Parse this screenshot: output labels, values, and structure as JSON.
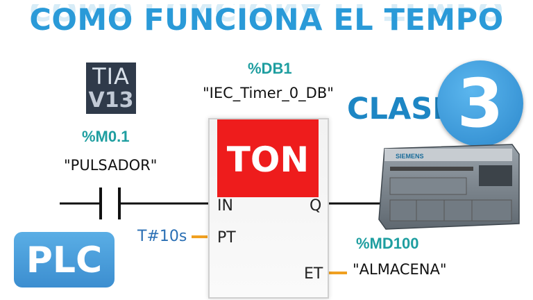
{
  "title": "COMO FUNCIONA EL TEMPO",
  "software_badge": {
    "line1": "TIA",
    "line2": "V13"
  },
  "contact": {
    "address": "%M0.1",
    "tag": "\"PULSADOR\""
  },
  "timer": {
    "db_address": "%DB1",
    "db_name": "\"IEC_Timer_0_DB\"",
    "type": "TON",
    "pins": {
      "in": "IN",
      "q": "Q",
      "pt": "PT",
      "et": "ET"
    },
    "preset_value": "T#10s"
  },
  "output": {
    "address": "%MD100",
    "tag": "\"ALMACENA\""
  },
  "lesson": {
    "label": "CLASE",
    "number": "3"
  },
  "plc_badge": "PLC",
  "plc_vendor": "SIEMENS",
  "colors": {
    "title": "#2a9ad8",
    "address": "#1e9ea0",
    "ton": "#ee1c1c",
    "wire": "#f0a020"
  }
}
